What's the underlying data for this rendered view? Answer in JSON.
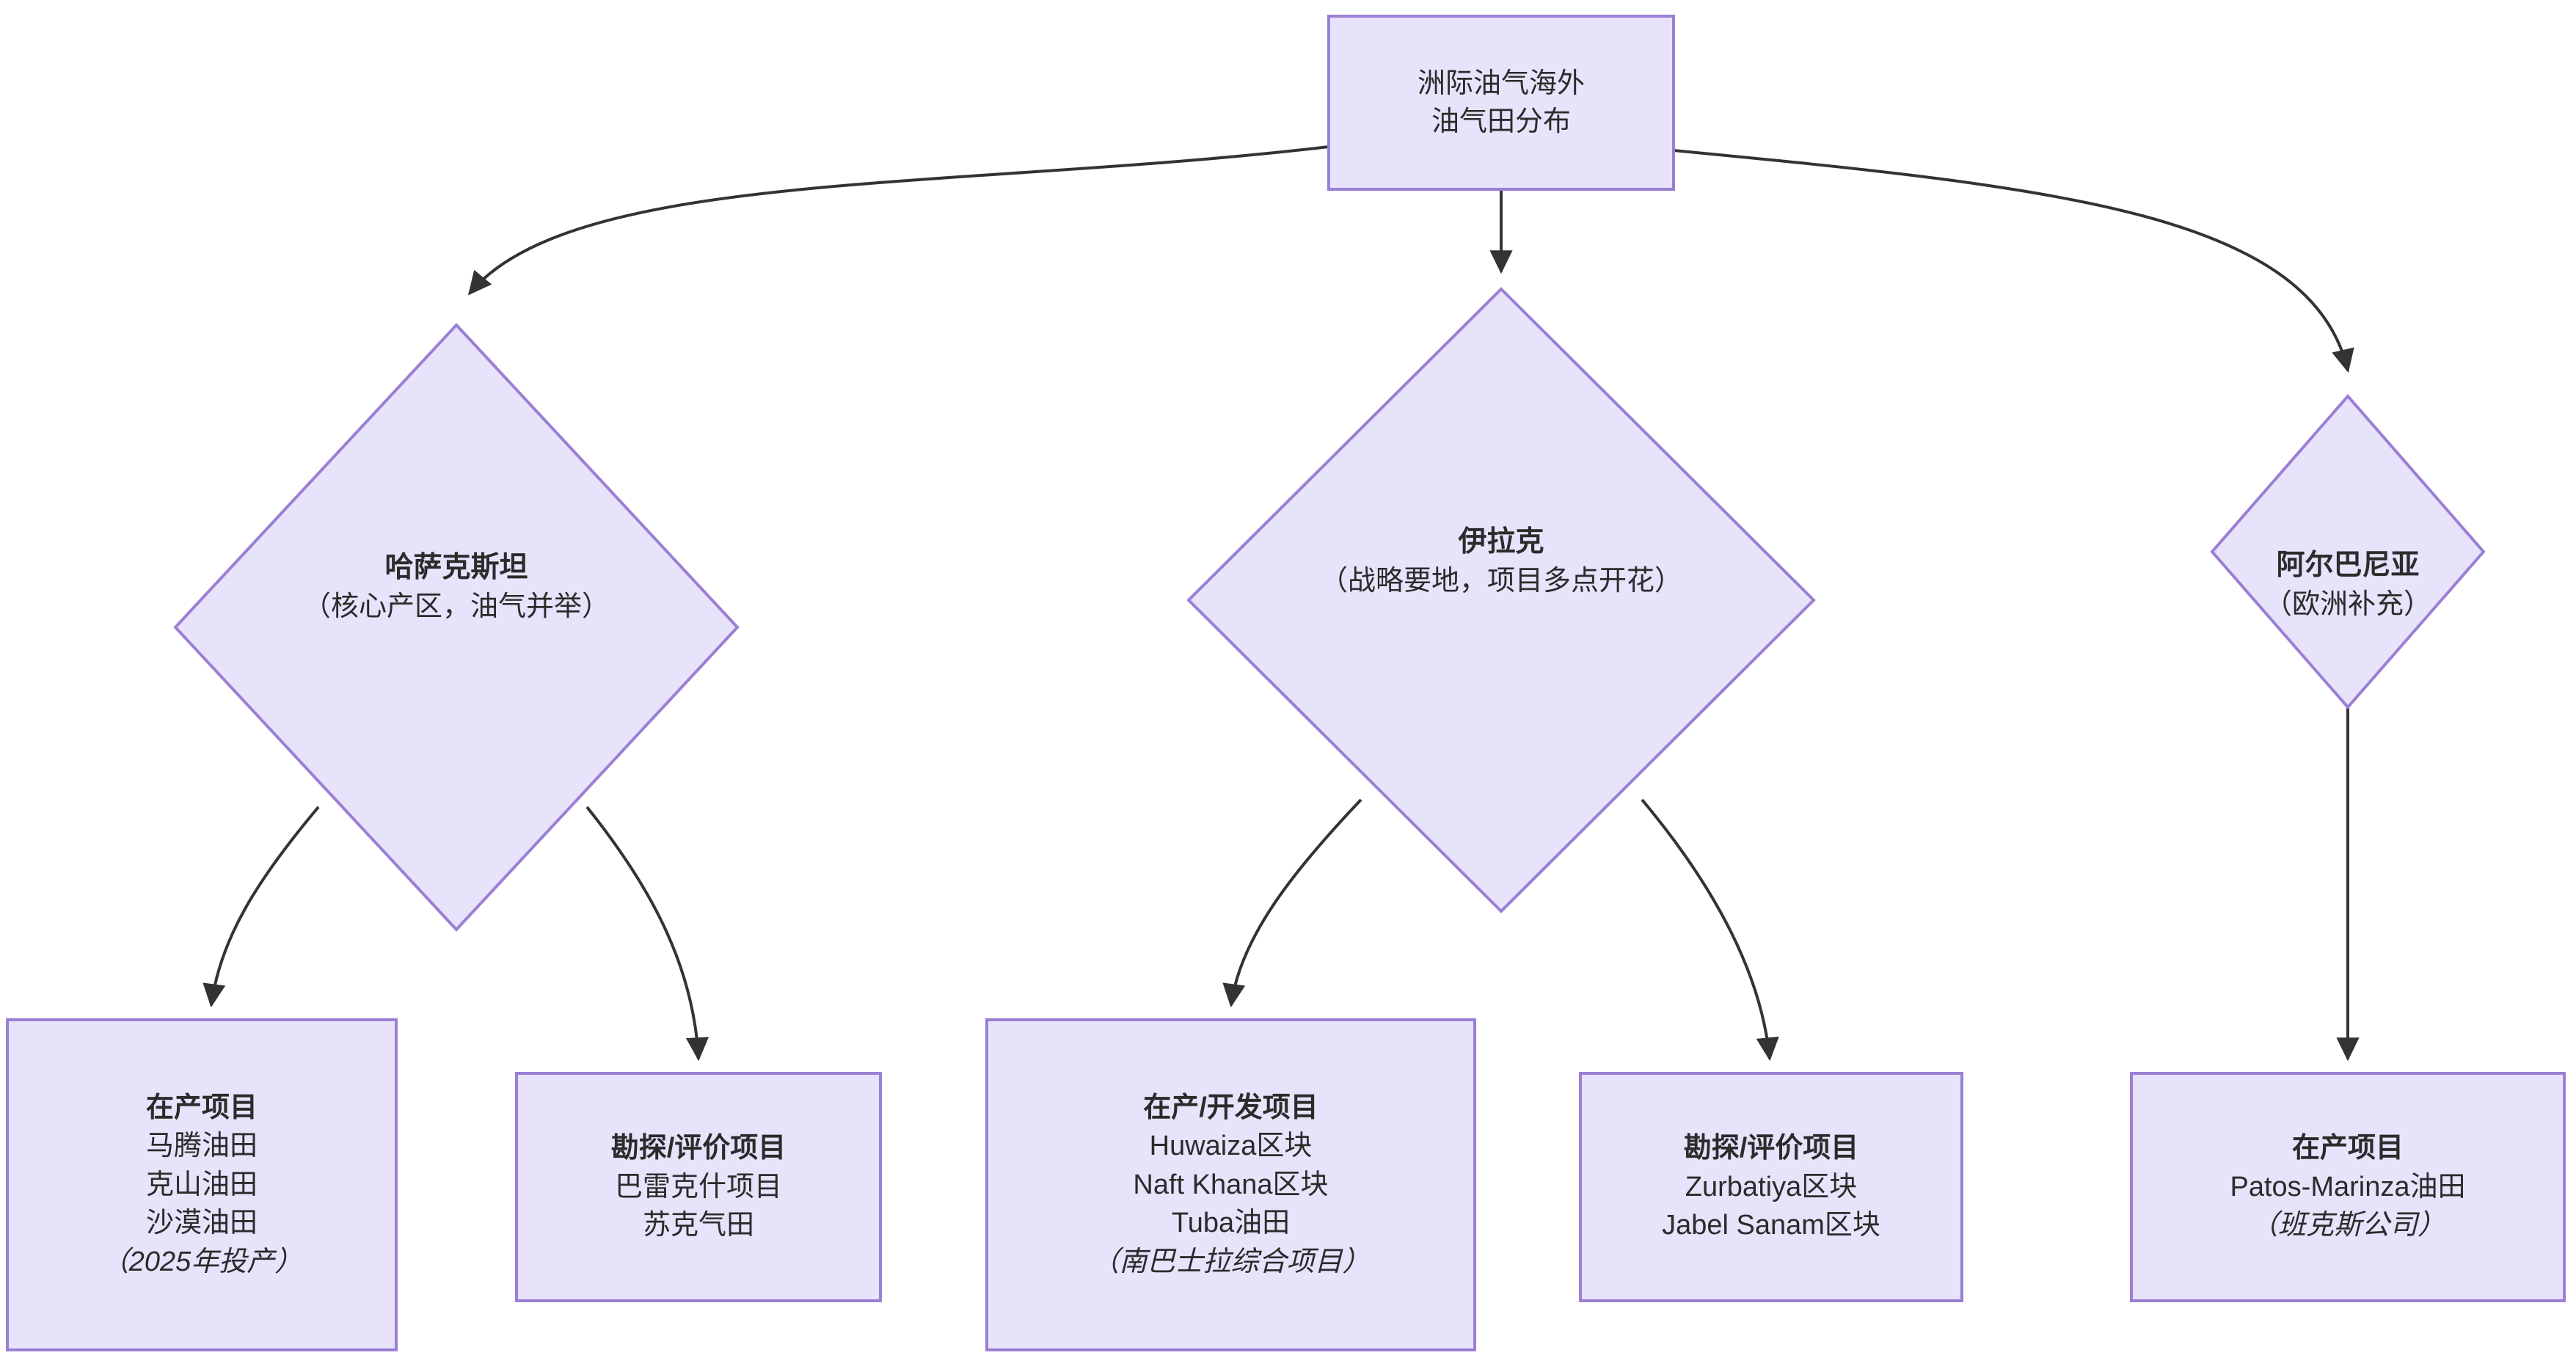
{
  "diagram": {
    "type": "flowchart",
    "orientation": "top-down",
    "theme": {
      "node_fill": "#e7e3fb",
      "node_border": "#9a7fd4",
      "edge_color": "#333333",
      "text_color": "#2b2b2b",
      "background": "#ffffff"
    },
    "root": {
      "id": "root",
      "shape": "rectangle",
      "lines": [
        "洲际油气海外",
        "油气田分布"
      ]
    },
    "regions": [
      {
        "id": "kazakhstan",
        "shape": "diamond",
        "title": "哈萨克斯坦",
        "subtitle": "（核心产区，油气并举）"
      },
      {
        "id": "iraq",
        "shape": "diamond",
        "title": "伊拉克",
        "subtitle": "（战略要地，项目多点开花）"
      },
      {
        "id": "albania",
        "shape": "diamond",
        "title": "阿尔巴尼亚",
        "subtitle": "（欧洲补充）"
      }
    ],
    "leaves": [
      {
        "id": "kz-producing",
        "parent": "kazakhstan",
        "shape": "rectangle",
        "heading": "在产项目",
        "items": [
          "马腾油田",
          "克山油田",
          "沙漠油田"
        ],
        "note": "（2025年投产）"
      },
      {
        "id": "kz-exploration",
        "parent": "kazakhstan",
        "shape": "rectangle",
        "heading": "勘探/评价项目",
        "items": [
          "巴雷克什项目",
          "苏克气田"
        ],
        "note": ""
      },
      {
        "id": "iq-producing",
        "parent": "iraq",
        "shape": "rectangle",
        "heading": "在产/开发项目",
        "items": [
          "Huwaiza区块",
          "Naft Khana区块",
          "Tuba油田"
        ],
        "note": "（南巴士拉综合项目）"
      },
      {
        "id": "iq-exploration",
        "parent": "iraq",
        "shape": "rectangle",
        "heading": "勘探/评价项目",
        "items": [
          "Zurbatiya区块",
          "Jabel Sanam区块"
        ],
        "note": ""
      },
      {
        "id": "al-producing",
        "parent": "albania",
        "shape": "rectangle",
        "heading": "在产项目",
        "items": [
          "Patos-Marinza油田"
        ],
        "note": "（班克斯公司）"
      }
    ],
    "edges": [
      {
        "from": "root",
        "to": "kazakhstan"
      },
      {
        "from": "root",
        "to": "iraq"
      },
      {
        "from": "root",
        "to": "albania"
      },
      {
        "from": "kazakhstan",
        "to": "kz-producing"
      },
      {
        "from": "kazakhstan",
        "to": "kz-exploration"
      },
      {
        "from": "iraq",
        "to": "iq-producing"
      },
      {
        "from": "iraq",
        "to": "iq-exploration"
      },
      {
        "from": "albania",
        "to": "al-producing"
      }
    ]
  }
}
